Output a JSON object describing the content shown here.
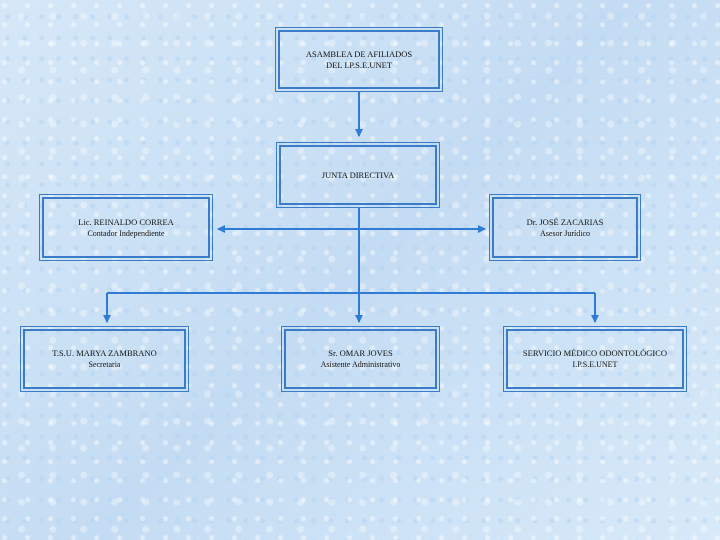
{
  "colors": {
    "line": "#2f7bd6",
    "border": "#3a7cc7",
    "background": "#cfe3f6"
  },
  "nodes": {
    "asamblea": {
      "line1": "ASAMBLEA DE AFILIADOS",
      "line2": "DEL I.P.S.E.UNET"
    },
    "junta": {
      "line1": "JUNTA DIRECTIVA"
    },
    "correa": {
      "line1": "Lic. REINALDO CORREA",
      "line2": "Contador Independiente"
    },
    "zacarias": {
      "line1": "Dr. JOSÉ ZACARIAS",
      "line2": "Asesor Jurídico"
    },
    "zambrano": {
      "line1": "T.S.U. MARYA ZAMBRANO",
      "line2": "Secretaria"
    },
    "joves": {
      "line1": "Sr. OMAR JOVES",
      "line2": "Asistente Administrativo"
    },
    "servicio": {
      "line1": "SERVICIO MÉDICO ODONTOLÓGICO",
      "line2": "I.P.S.E.UNET"
    }
  }
}
